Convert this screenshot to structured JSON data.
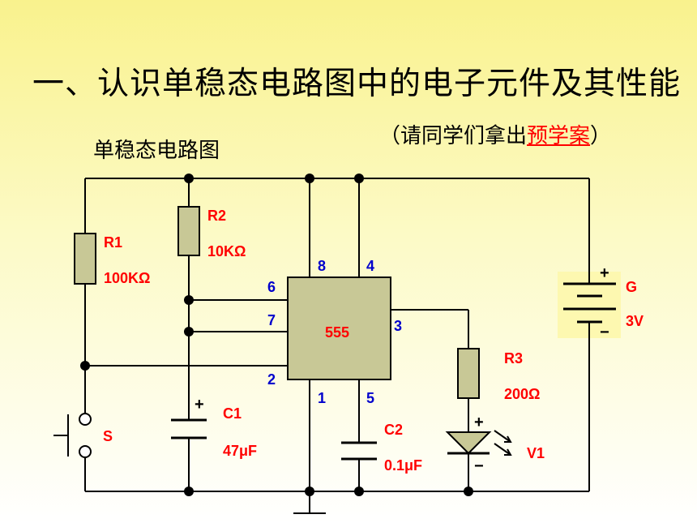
{
  "title": "一、认识单稳态电路图中的电子元件及其性能",
  "subtitle": {
    "open": "（请同学们拿出",
    "highlight": "预学案",
    "close": "）"
  },
  "diagram_label": "单稳态电路图",
  "colors": {
    "wire": "#000000",
    "label_red": "#ff0000",
    "pin_blue": "#0000cc",
    "chip_fill": "#c8c896",
    "resistor_fill": "#c8c896",
    "battery_bg": "#fdf8b0"
  },
  "components": {
    "r1": {
      "name": "R1",
      "value": "100KΩ"
    },
    "r2": {
      "name": "R2",
      "value": "10KΩ"
    },
    "r3": {
      "name": "R3",
      "value": "200Ω"
    },
    "c1": {
      "name": "C1",
      "value": "47μF",
      "polarity": "+"
    },
    "c2": {
      "name": "C2",
      "value": "0.1μF"
    },
    "switch": {
      "name": "S"
    },
    "led": {
      "name": "V1",
      "plus": "+",
      "minus": "−"
    },
    "battery": {
      "name": "G",
      "value": "3V",
      "plus": "+",
      "minus": "−"
    },
    "ic": {
      "name": "555",
      "pins": {
        "p1": "1",
        "p2": "2",
        "p3": "3",
        "p4": "4",
        "p5": "5",
        "p6": "6",
        "p7": "7",
        "p8": "8"
      }
    }
  }
}
